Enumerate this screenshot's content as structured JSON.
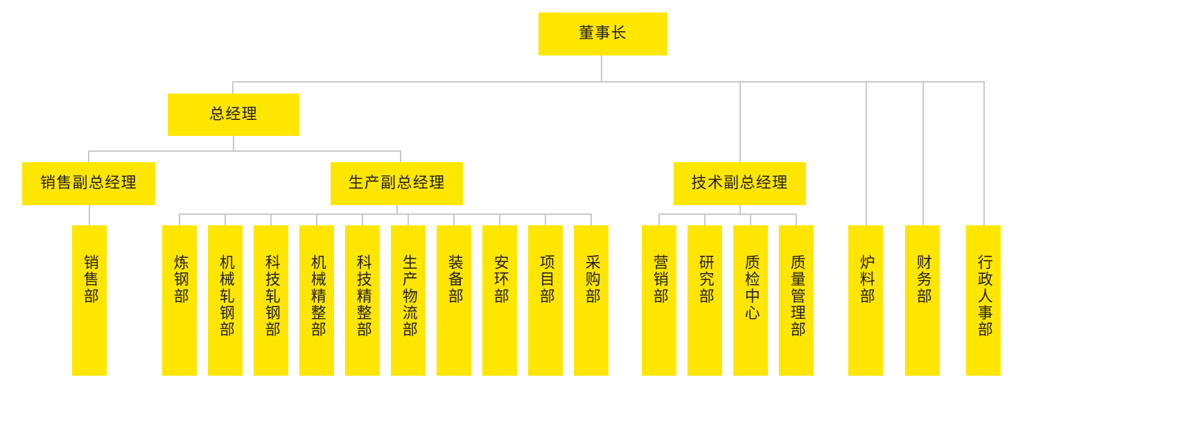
{
  "chart": {
    "type": "org-chart",
    "title": "",
    "theme": {
      "node_fill": "#ffe600",
      "node_text": "#231f20",
      "connector": "#c9c9c9",
      "background": "#ffffff"
    }
  },
  "nodes": {
    "chairman": {
      "label": "董事长",
      "level": 1
    },
    "general_manager": {
      "label": "总经理",
      "level": 2
    },
    "vp_sales": {
      "label": "销售副总经理",
      "level": 3
    },
    "vp_production": {
      "label": "生产副总经理",
      "level": 3
    },
    "vp_technology": {
      "label": "技术副总经理",
      "level": 3
    }
  },
  "departments": {
    "sales_group": [
      {
        "label": "销售部"
      }
    ],
    "production_group": [
      {
        "label": "炼钢部"
      },
      {
        "label": "机械轧钢部"
      },
      {
        "label": "科技轧钢部"
      },
      {
        "label": "机械精整部"
      },
      {
        "label": "科技精整部"
      },
      {
        "label": "生产物流部"
      },
      {
        "label": "装备部"
      },
      {
        "label": "安环部"
      },
      {
        "label": "项目部"
      },
      {
        "label": "采购部"
      }
    ],
    "technology_group": [
      {
        "label": "营销部"
      },
      {
        "label": "研究部"
      },
      {
        "label": "质检中心"
      },
      {
        "label": "质量管理部"
      }
    ],
    "direct_to_chairman": [
      {
        "label": "炉料部"
      },
      {
        "label": "财务部"
      },
      {
        "label": "行政人事部"
      }
    ]
  },
  "hierarchy": {
    "chairman_children": [
      "总经理",
      "技术副总经理",
      "炉料部",
      "财务部",
      "行政人事部"
    ],
    "general_manager_children": [
      "销售副总经理",
      "生产副总经理"
    ]
  }
}
